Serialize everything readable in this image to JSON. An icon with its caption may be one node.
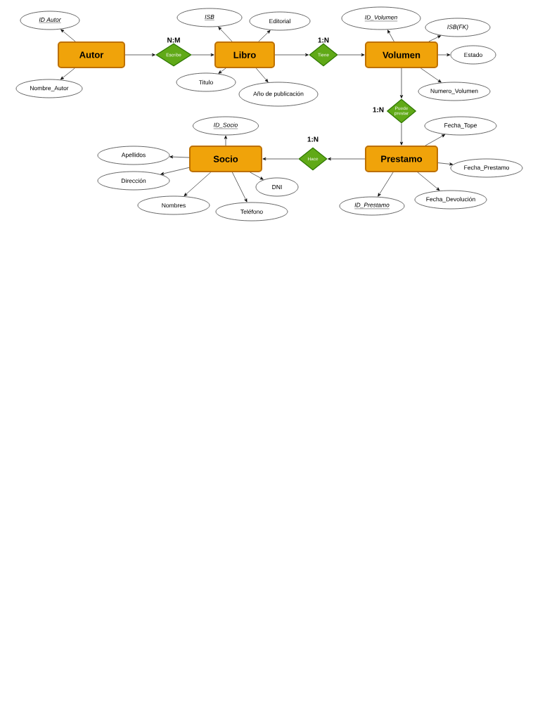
{
  "diagram": {
    "nodes": [
      {
        "text": [
          "Autor"
        ]
      },
      {
        "text": [
          "Escribe"
        ],
        "beside": [
          "N:M"
        ]
      },
      {
        "text": [
          "Libro"
        ]
      },
      {
        "text": [
          "Tiene"
        ],
        "beside": [
          "1:N"
        ]
      },
      {
        "text": [
          "Volumen"
        ]
      },
      {
        "text": [
          "Puede prestar"
        ],
        "beside": [
          "1:N"
        ]
      },
      {
        "text": [
          "Prestamo"
        ]
      },
      {
        "text": [
          "Hace"
        ],
        "beside": [
          "1:N"
        ]
      },
      {
        "text": [
          "Socio"
        ]
      },
      {
        "text": [
          "ID Autor"
        ]
      },
      {
        "text": [
          "Nombre_Autor"
        ]
      },
      {
        "text": [
          "ISB"
        ]
      },
      {
        "text": [
          "Editorial"
        ]
      },
      {
        "text": [
          "Titulo"
        ]
      },
      {
        "text": [
          "Año de publicación"
        ]
      },
      {
        "text": [
          "ID_Volumen"
        ]
      },
      {
        "text": [
          "ISB(FK)"
        ]
      },
      {
        "text": [
          "Estado"
        ]
      },
      {
        "text": [
          "Numero_Volumen"
        ]
      },
      {
        "text": [
          "ID_Socio"
        ]
      },
      {
        "text": [
          "Apellidos"
        ]
      },
      {
        "text": [
          "Dirección"
        ]
      },
      {
        "text": [
          "Nombres"
        ]
      },
      {
        "text": [
          "Teléfono"
        ]
      },
      {
        "text": [
          "DNI"
        ]
      },
      {
        "text": [
          "Fecha_Tope"
        ]
      },
      {
        "text": [
          "Fecha_Prestamo"
        ]
      },
      {
        "text": [
          "ID_Prestamo"
        ]
      },
      {
        "text": [
          "Fecha_Devolución"
        ]
      }
    ],
    "edges": [
      {
        "from": 0,
        "to": 1,
        "arrow": "to"
      },
      {
        "from": 1,
        "to": 2,
        "arrow": "to"
      },
      {
        "from": 2,
        "to": 3,
        "arrow": "to"
      },
      {
        "from": 3,
        "to": 4,
        "arrow": "to"
      },
      {
        "from": 4,
        "to": 5,
        "arrow": "to"
      },
      {
        "from": 5,
        "to": 6,
        "arrow": "to"
      },
      {
        "from": 6,
        "to": 7,
        "arrow": "to"
      },
      {
        "from": 7,
        "to": 8,
        "arrow": "to"
      },
      {
        "from": 0,
        "to": 9,
        "arrow": "to"
      },
      {
        "from": 0,
        "to": 10,
        "arrow": "to"
      },
      {
        "from": 2,
        "to": 11,
        "arrow": "to"
      },
      {
        "from": 2,
        "to": 12,
        "arrow": "to"
      },
      {
        "from": 2,
        "to": 13,
        "arrow": "to"
      },
      {
        "from": 2,
        "to": 14,
        "arrow": "to"
      },
      {
        "from": 4,
        "to": 15,
        "arrow": "to"
      },
      {
        "from": 4,
        "to": 16,
        "arrow": "to"
      },
      {
        "from": 4,
        "to": 17,
        "arrow": "to"
      },
      {
        "from": 4,
        "to": 18,
        "arrow": "to"
      },
      {
        "from": 8,
        "to": 19,
        "arrow": "to"
      },
      {
        "from": 8,
        "to": 20,
        "arrow": "to"
      },
      {
        "from": 8,
        "to": 21,
        "arrow": "to"
      },
      {
        "from": 8,
        "to": 22,
        "arrow": "to"
      },
      {
        "from": 8,
        "to": 23,
        "arrow": "to"
      },
      {
        "from": 8,
        "to": 24,
        "arrow": "to"
      },
      {
        "from": 6,
        "to": 25,
        "arrow": "to"
      },
      {
        "from": 6,
        "to": 26,
        "arrow": "to"
      },
      {
        "from": 6,
        "to": 27,
        "arrow": "to"
      },
      {
        "from": 6,
        "to": 28,
        "arrow": "to"
      }
    ]
  }
}
